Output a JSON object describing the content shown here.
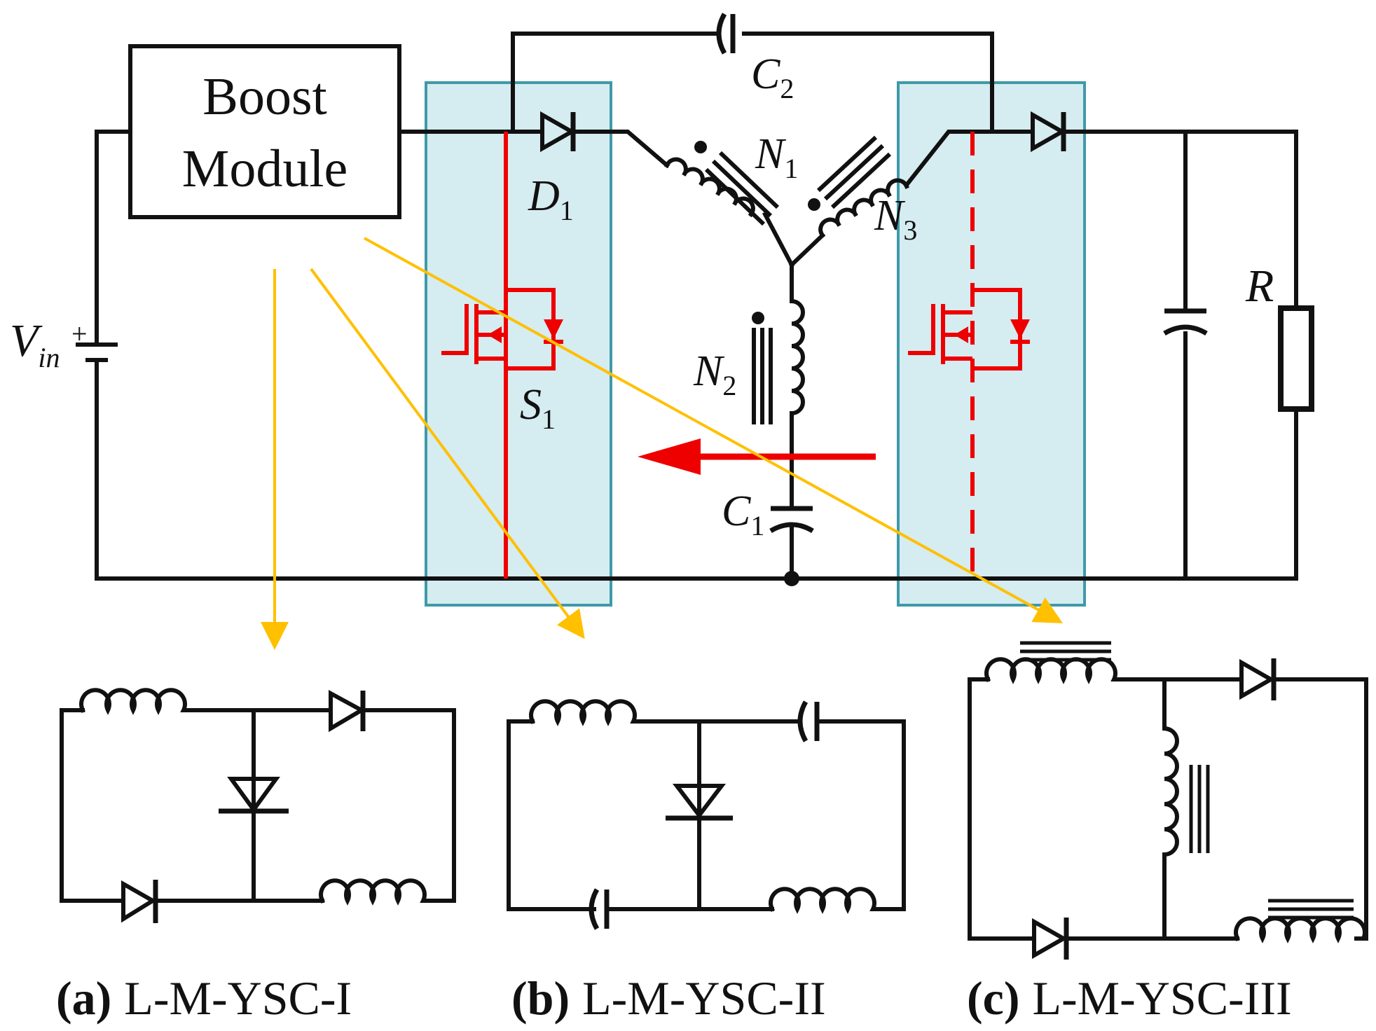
{
  "boost_module": {
    "line1": "Boost",
    "line2": "Module"
  },
  "labels": {
    "vin": {
      "main": "V",
      "sub": "in"
    },
    "c2": {
      "main": "C",
      "sub": "2"
    },
    "d1": {
      "main": "D",
      "sub": "1"
    },
    "n1": {
      "main": "N",
      "sub": "1"
    },
    "n2": {
      "main": "N",
      "sub": "2"
    },
    "n3": {
      "main": "N",
      "sub": "3"
    },
    "s1": {
      "main": "S",
      "sub": "1"
    },
    "c1": {
      "main": "C",
      "sub": "1"
    },
    "r": "R"
  },
  "captions": {
    "a": {
      "tag": "(a)",
      "name": "L-M-YSC-I"
    },
    "b": {
      "tag": "(b)",
      "name": "L-M-YSC-II"
    },
    "c": {
      "tag": "(c)",
      "name": "L-M-YSC-III"
    }
  },
  "colors": {
    "wire": "#111111",
    "highlight_switch": "#ee0000",
    "highlight_box": "#d5ecf1",
    "pointer_arrow": "#ffc000"
  }
}
